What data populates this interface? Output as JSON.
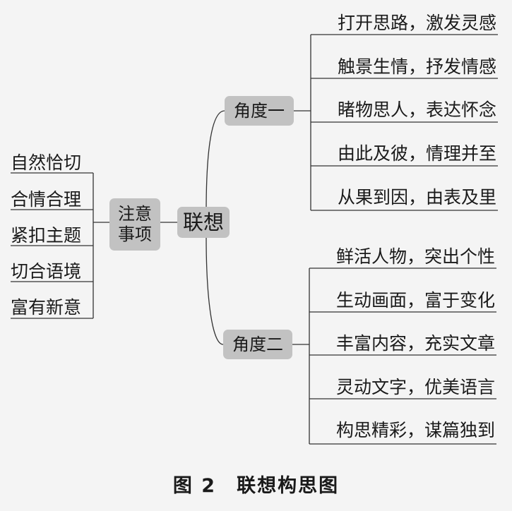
{
  "center": {
    "label": "联想"
  },
  "notes": {
    "label_line1": "注意",
    "label_line2": "事项",
    "items": [
      "自然恰切",
      "合情合理",
      "紧扣主题",
      "切合语境",
      "富有新意"
    ]
  },
  "angle1": {
    "label": "角度一",
    "items": [
      "打开思路，激发灵感",
      "触景生情，抒发情感",
      "睹物思人，表达怀念",
      "由此及彼，情理并至",
      "从果到因，由表及里"
    ]
  },
  "angle2": {
    "label": "角度二",
    "items": [
      "鲜活人物，突出个性",
      "生动画面，富于变化",
      "丰富内容，充实文章",
      "灵动文字，优美语言",
      "构思精彩，谋篇独到"
    ]
  },
  "caption": "图 2　联想构思图",
  "colors": {
    "node_fill": "#c2c2c2",
    "line": "#333333",
    "background": "#f4f4f4"
  }
}
